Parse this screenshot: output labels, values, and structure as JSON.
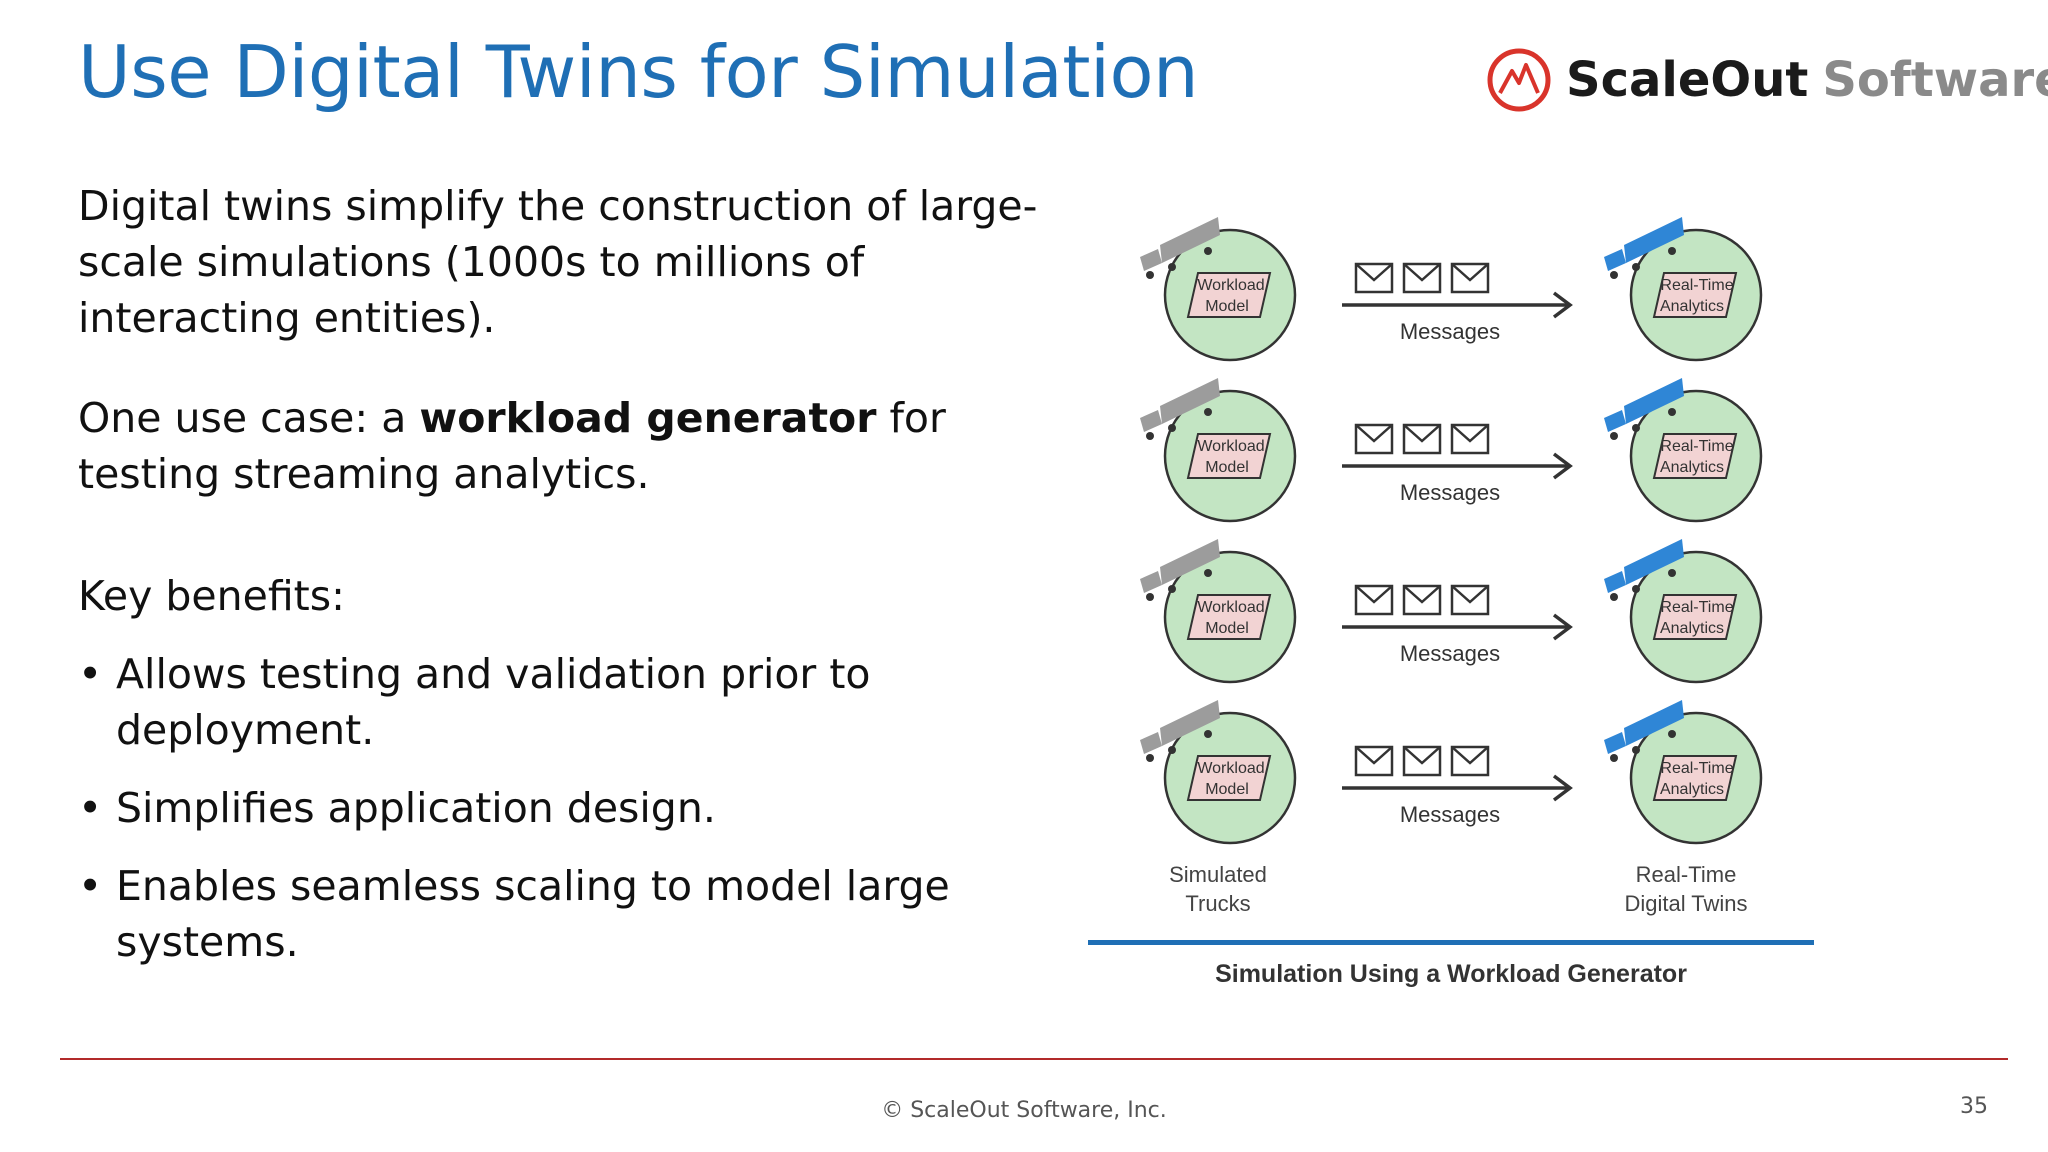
{
  "slide": {
    "title": "Use Digital Twins for Simulation",
    "page_number": "35",
    "footer": "© ScaleOut Software, Inc."
  },
  "logo": {
    "name_dark": "ScaleOut",
    "name_light": "Software",
    "accent_color": "#d9342b"
  },
  "body": {
    "para1": "Digital twins simplify the construction of large-scale simulations (1000s to millions of interacting entities).",
    "para2_before": "One use case: a ",
    "para2_bold": "workload generator",
    "para2_after": " for testing streaming analytics.",
    "benefits_heading": "Key benefits:",
    "bullet_char": "•",
    "bullets": [
      "Allows testing and validation prior to deployment.",
      "Simplifies application design.",
      "Enables seamless scaling to model large systems."
    ]
  },
  "diagram": {
    "rows": [
      {
        "left_label": [
          "Workload",
          "Model"
        ],
        "message_label": "Messages",
        "right_label": [
          "Real-Time",
          "Analytics"
        ]
      },
      {
        "left_label": [
          "Workload",
          "Model"
        ],
        "message_label": "Messages",
        "right_label": [
          "Real-Time",
          "Analytics"
        ]
      },
      {
        "left_label": [
          "Workload",
          "Model"
        ],
        "message_label": "Messages",
        "right_label": [
          "Real-Time",
          "Analytics"
        ]
      },
      {
        "left_label": [
          "Workload",
          "Model"
        ],
        "message_label": "Messages",
        "right_label": [
          "Real-Time",
          "Analytics"
        ]
      }
    ],
    "left_caption": [
      "Simulated",
      "Trucks"
    ],
    "right_caption": [
      "Real-Time",
      "Digital Twins"
    ],
    "title": "Simulation Using a Workload Generator",
    "colors": {
      "circle_fill": "#c3e5c3",
      "circle_stroke": "#333333",
      "box_fill": "#f2d3d3",
      "left_truck": "#9c9c9c",
      "right_truck": "#2f86d6",
      "underline": "#1f6fb5"
    },
    "icons": {
      "left": "gray-truck-icon",
      "right": "blue-truck-icon",
      "message": "envelope-icon",
      "arrow": "arrow-right-icon"
    }
  }
}
